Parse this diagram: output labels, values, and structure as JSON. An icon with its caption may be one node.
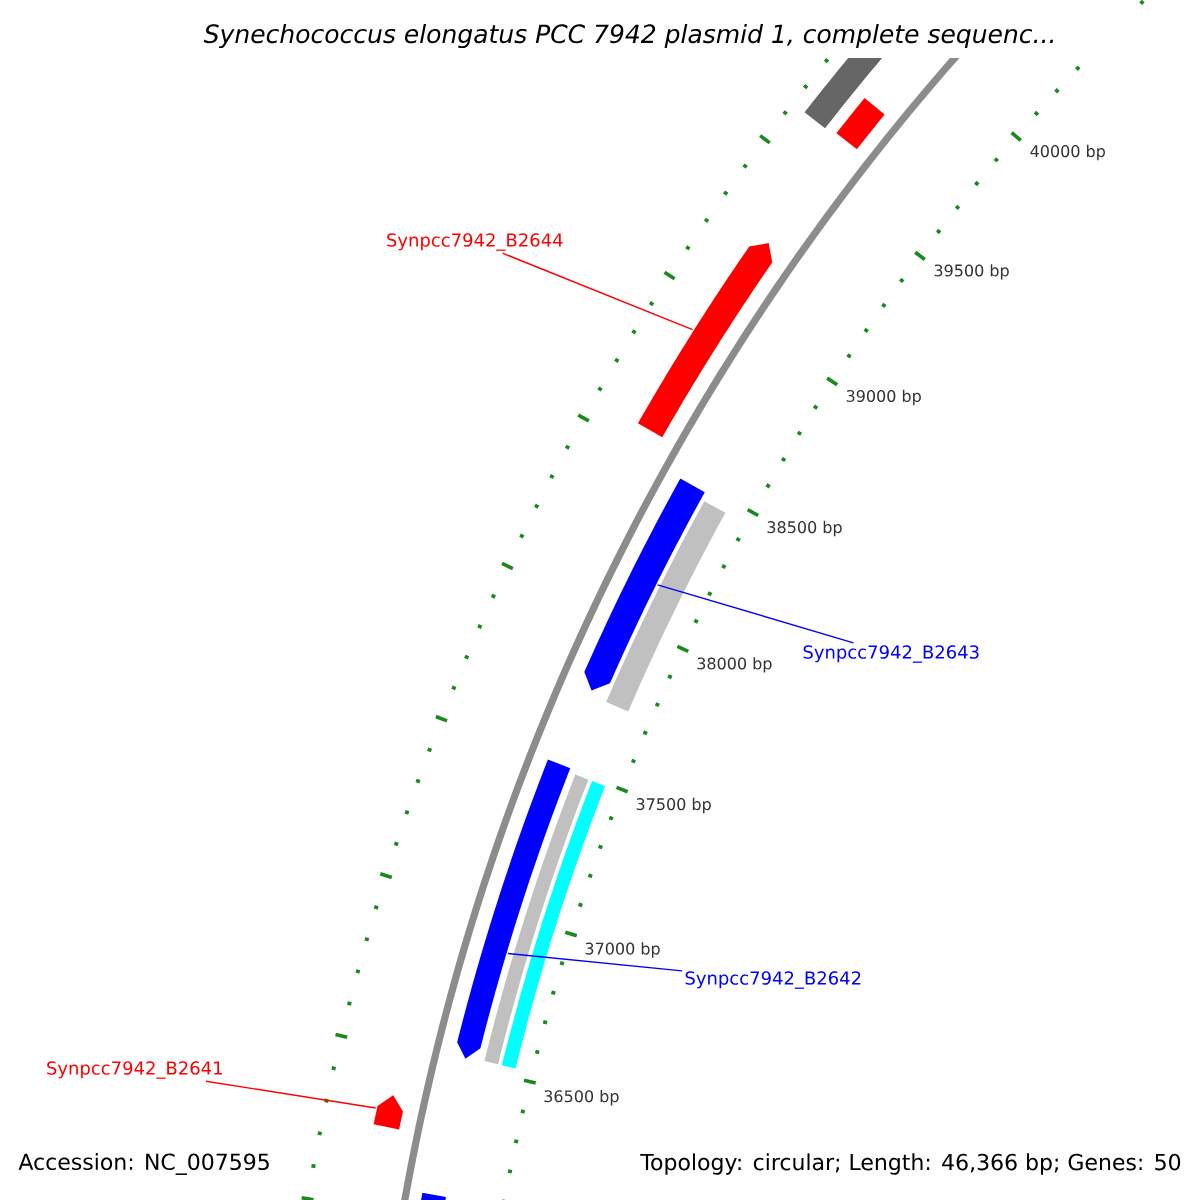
{
  "diagram": {
    "title": "Synechococcus elongatus PCC 7942 plasmid 1, complete sequenc...",
    "nodes": [
      {
        "text": [
          "Synpcc7942_B2644"
        ]
      },
      {
        "text": [],
        "shape": "bar"
      },
      {
        "text": [],
        "shape": "bar"
      },
      {
        "text": [
          "Synpcc7942_B2643"
        ]
      },
      {
        "text": [],
        "shape": "bar"
      },
      {
        "text": [
          "Synpcc7942_B2642"
        ]
      },
      {
        "text": [
          "Synpcc7942_B2641"
        ]
      },
      {
        "text": [],
        "shape": "bar"
      }
    ],
    "edges": [
      {
        "from": 0,
        "to": 1,
        "arrow": "none",
        "color": "#ff0000"
      },
      {
        "from": 3,
        "to": 2,
        "arrow": "none",
        "color": "#0000ff"
      },
      {
        "from": 5,
        "to": 4,
        "arrow": "none",
        "color": "#0000ff"
      },
      {
        "from": 6,
        "to": 7,
        "arrow": "none",
        "color": "#ff0000"
      }
    ],
    "labels": [
      "40000 bp",
      "39500 bp",
      "39000 bp",
      "38500 bp",
      "38000 bp",
      "37500 bp",
      "37000 bp",
      "36500 bp",
      "Accession: NC_007595",
      "Topology: circular; Length: 46,366 bp; Genes: 50"
    ]
  }
}
